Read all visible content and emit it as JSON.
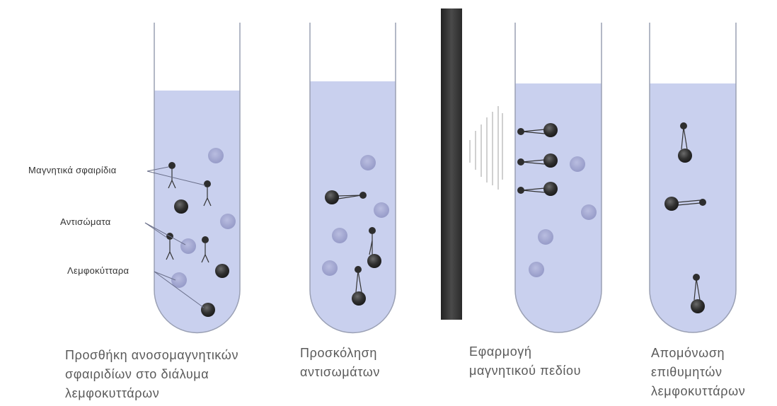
{
  "labels": {
    "beads": "Μαγνητικά σφαιρίδια",
    "antibodies": "Αντισώματα",
    "lymphocytes": "Λεμφοκύτταρα"
  },
  "steps": [
    {
      "lines": [
        "Προσθήκη ανοσομαγνητικών",
        "σφαιριδίων στο διάλυμα",
        "λεμφοκυττάρων"
      ]
    },
    {
      "lines": [
        "Προσκόληση",
        "αντισωμάτων"
      ]
    },
    {
      "lines": [
        "Εφαρμογή",
        "μαγνητικού πεδίου"
      ]
    },
    {
      "lines": [
        "Απομόνωση",
        "επιθυμητών",
        "λεμφοκυττάρων"
      ]
    }
  ],
  "colors": {
    "liquid": "#c9d0ee",
    "tube_outline": "#9aa0b4",
    "light_cell": "#a7abd4",
    "dark_bead": "#3a3a3a",
    "magnet": "#3b3b3b"
  }
}
